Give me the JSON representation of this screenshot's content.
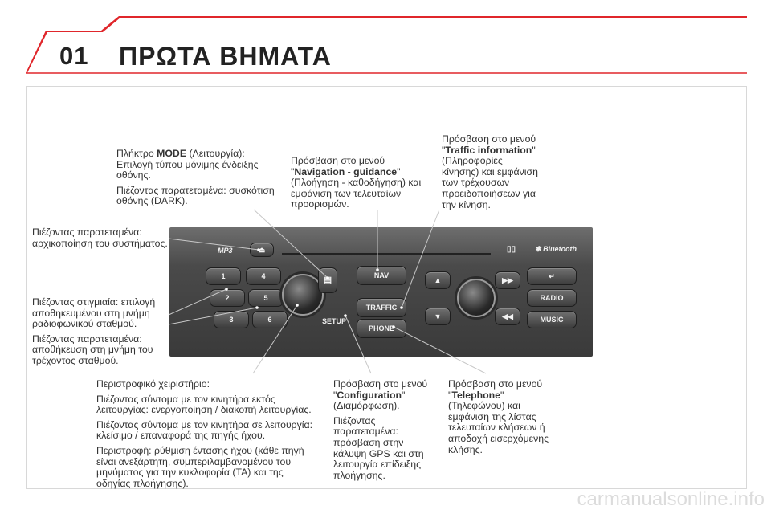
{
  "header": {
    "chapter_number": "01",
    "chapter_title": "ΠΡΩΤΑ ΒΗΜΑΤΑ"
  },
  "callouts": {
    "mode": {
      "line1_prefix": "Πλήκτρο ",
      "line1_bold": "MODE",
      "line1_suffix": " (Λειτουργία):",
      "line1_rest": "Επιλογή τύπου μόνιμης ένδειξης οθόνης.",
      "line2": "Πιέζοντας παρατεταμένα: συσκότιση οθόνης (DARK)."
    },
    "navigation": {
      "prefix": "Πρόσβαση στο μενού \"",
      "bold": "Navigation - guidance",
      "suffix": "\" (Πλοήγηση - καθοδήγηση) και εμφάνιση των τελευταίων προορισμών."
    },
    "traffic": {
      "prefix": "Πρόσβαση στο μενού \"",
      "bold": "Traffic information",
      "suffix": "\" (Πληροφορίες κίνησης) και εμφάνιση των τρέχουσων προειδοποιήσεων για την κίνηση."
    },
    "reset": "Πιέζοντας παρατεταμένα: αρχικοποίηση του συστήματος.",
    "presets": {
      "line1": "Πιέζοντας στιγμιαία: επιλογή αποθηκευμένου στη μνήμη ραδιοφωνικού σταθμού.",
      "line2": "Πιέζοντας παρατεταμένα: αποθήκευση στη μνήμη του τρέχοντος σταθμού."
    },
    "knob": {
      "line1": "Περιστροφικό χειριστήριο:",
      "line2": "Πιέζοντας σύντομα με τον κινητήρα εκτός λειτουργίας: ενεργοποίηση / διακοπή λειτουργίας.",
      "line3": "Πιέζοντας σύντομα με τον κινητήρα σε λειτουργία: κλείσιμο / επαναφορά της πηγής ήχου.",
      "line4": "Περιστροφή: ρύθμιση έντασης ήχου (κάθε πηγή είναι ανεξάρτητη, συμπεριλαμβανομένου του μηνύματος για την κυκλοφορία (TA) και της οδηγίας πλοήγησης)."
    },
    "config": {
      "prefix": "Πρόσβαση στο μενού \"",
      "bold": "Configuration",
      "suffix": "\" (Διαμόρφωση).",
      "line2": "Πιέζοντας παρατεταμένα: πρόσβαση στην κάλυψη GPS και στη λειτουργία επίδειξης πλοήγησης."
    },
    "telephone": {
      "prefix": "Πρόσβαση στο μενού \"",
      "bold": "Telephone",
      "suffix": "\" (Τηλεφώνου) και εμφάνιση της λίστας τελευταίων κλήσεων ή αποδοχή εισερχόμενης κλήσης."
    }
  },
  "panel": {
    "mp3_label": "MP3",
    "preset_labels": [
      "1",
      "2",
      "3",
      "4",
      "5",
      "6"
    ],
    "nav_label": "NAV",
    "traffic_label": "TRAFFIC",
    "phone_label": "PHONE",
    "setup_label": "SETUP",
    "radio_label": "RADIO",
    "music_label": "MUSIC",
    "bluetooth_label": "Bluetooth",
    "up_icon": "▲",
    "down_icon": "▼",
    "ffwd_icon": "▶▶",
    "rew_icon": "◀◀",
    "back_icon": "↵",
    "eject_icon": "⏏"
  },
  "footer": {
    "watermark": "carmanualsonline.info"
  },
  "colors": {
    "accent_red": "#e0262b",
    "panel_dark": "#3a3a3a"
  }
}
